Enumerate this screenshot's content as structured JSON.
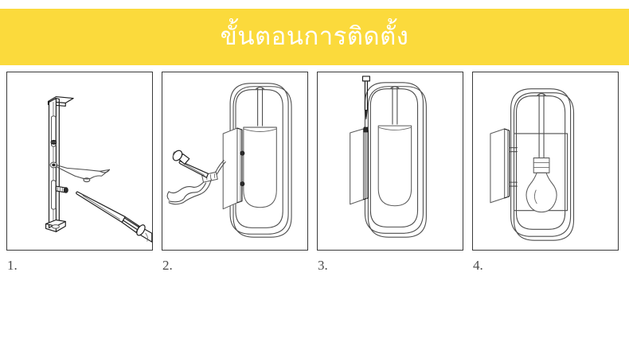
{
  "banner": {
    "title": "ขั้นตอนการติดตั้ง",
    "background_color": "#fbda3c",
    "text_color": "#ffffff"
  },
  "steps": [
    {
      "label": "1.",
      "illustration": "mounting-bracket-with-screwdriver",
      "description": "Vertical wall mounting bracket plate with two elongated slots, screws and wire clip, next to a screwdriver"
    },
    {
      "label": "2.",
      "illustration": "lamp-body-wiring-with-screwdriver",
      "description": "Oval ring lamp body attached to backplate while wires are fastened to the terminal with a screwdriver"
    },
    {
      "label": "3.",
      "illustration": "lamp-body-secured-to-bracket",
      "description": "Oval ring lamp body seated on the wall bracket, fixing screw inserted from above"
    },
    {
      "label": "4.",
      "illustration": "completed-sconce-with-bulb",
      "description": "Completed wall sconce with light bulb hanging inside the oval frame"
    }
  ],
  "page": {
    "background_color": "#ffffff",
    "frame_border_color": "#3a3a3a",
    "label_color": "#4a4a4a"
  }
}
